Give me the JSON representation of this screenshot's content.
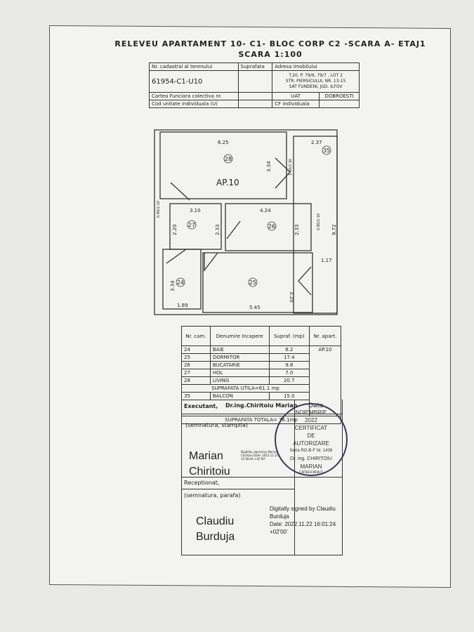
{
  "document": {
    "title": "RELEVEU APARTAMENT 10- C1- BLOC CORP C2 -SCARA A- ETAJ1",
    "scale": "SCARA 1:100"
  },
  "header_table": {
    "cadastral_label": "Nr. cadastral al terenului",
    "surface_label": "Suprafata",
    "address_label": "Adresa imobilului",
    "cadastral_value": "61954-C1-U10",
    "address_lines": [
      "T.20, P. 79/6, 79/7 , LOT 2",
      "STR. PIERSICULUI, NR. 13-15",
      "SAT FUNDENI, JUD. ILFOV"
    ],
    "cf_collective_label": "Cartea Funciara colectiva nr.",
    "uat_label": "UAT",
    "uat_value": "DOBROESTI",
    "unit_code_label": "Cod unitate individuala (U)",
    "cf_individual_label": "CF individuala"
  },
  "floor_plan": {
    "apartment_label": "AP.10",
    "room_numbers": [
      "28",
      "35",
      "27",
      "26",
      "24",
      "25"
    ],
    "dimensions": [
      "6.25",
      "2.37",
      "3.34",
      "0.90",
      "2.10",
      "3.10",
      "4.24",
      "2.20",
      "2.33",
      "2.33",
      "9.72",
      "1.17",
      "3.34",
      "3.20",
      "1.89",
      "5.45",
      "0.90/2.10",
      "0.80/2.10",
      "1.60/2.30"
    ]
  },
  "rooms_table": {
    "headers": [
      "Nr. cam.",
      "Denumire Incapere",
      "Supraf. (mp)",
      "Nr. apart."
    ],
    "apartment": "AP.10",
    "rows": [
      {
        "nr": "24",
        "name": "BAIE",
        "area": "6.2"
      },
      {
        "nr": "25",
        "name": "DORMITOR",
        "area": "17.4"
      },
      {
        "nr": "26",
        "name": "BUCATARIE",
        "area": "9.8"
      },
      {
        "nr": "27",
        "name": "HOL",
        "area": "7.0"
      },
      {
        "nr": "28",
        "name": "LIVING",
        "area": "20.7"
      }
    ],
    "useful_area": "SUPRAFATA UTILA=61.1 mp",
    "balcony": {
      "nr": "35",
      "name": "BALCON",
      "area": "15.0"
    },
    "total_area": "SUPRAFATA TOTALA= 76.1mp"
  },
  "signatures": {
    "executant_label": "Executant,",
    "executant_name": "Dr.ing.Chiritoiu Marian",
    "date_label": "Data",
    "executant_sign_label": "(semnatura, stampila)",
    "executant_signature_name": "Marian Chiritoiu",
    "executant_digital": "Digitally signed by Marian Chiritoiu Date: 2022.11.21 15:58:44 +02'00'",
    "stamp": {
      "month": "NOIEMBRIE",
      "year": "2022",
      "line1": "CERTIFICAT",
      "line2": "DE",
      "line3": "AUTORIZARE",
      "series": "Seria RO-B-F Nr. 1438",
      "name1": "Dr. ing. CHIRIȚOIU",
      "name2": "MARIAN",
      "category": "CATEGORIA D"
    },
    "receptionat_label": "Receptionat,",
    "receptionat_sign_label": "(semnatura, parafa)",
    "receptionat_signature_name": "Claudiu Burduja",
    "receptionat_digital": [
      "Digitally signed by Claudiu",
      "Burduja",
      "Date: 2022.11.22 16:01:24",
      "+02'00'"
    ]
  }
}
